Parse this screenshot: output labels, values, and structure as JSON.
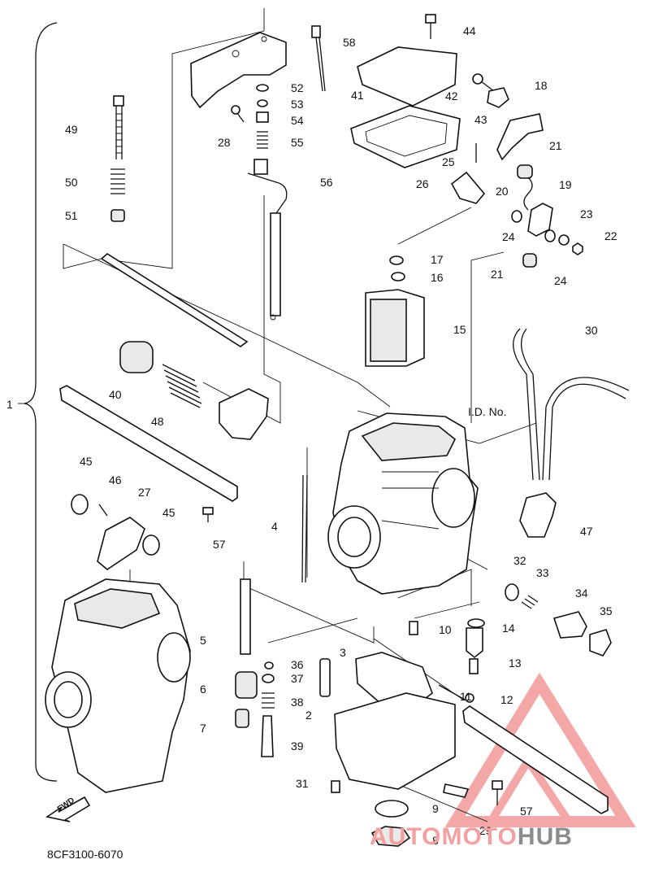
{
  "diagram": {
    "code": "8CF3100-6070",
    "id_label": "I.D. No.",
    "fwd_label": "FWD",
    "watermark": {
      "part1": "AUTOMOTO",
      "part2": "HUB",
      "accent": "#e63232",
      "gray": "#8c8c8c"
    },
    "callouts": [
      {
        "id": "1",
        "label": "1"
      },
      {
        "id": "2",
        "label": "2"
      },
      {
        "id": "3",
        "label": "3"
      },
      {
        "id": "4",
        "label": "4"
      },
      {
        "id": "5",
        "label": "5"
      },
      {
        "id": "6",
        "label": "6"
      },
      {
        "id": "7",
        "label": "7"
      },
      {
        "id": "8",
        "label": "8"
      },
      {
        "id": "9",
        "label": "9"
      },
      {
        "id": "10",
        "label": "10"
      },
      {
        "id": "11",
        "label": "11"
      },
      {
        "id": "12",
        "label": "12"
      },
      {
        "id": "13",
        "label": "13"
      },
      {
        "id": "14",
        "label": "14"
      },
      {
        "id": "15",
        "label": "15"
      },
      {
        "id": "16",
        "label": "16"
      },
      {
        "id": "17",
        "label": "17"
      },
      {
        "id": "18",
        "label": "18"
      },
      {
        "id": "19",
        "label": "19"
      },
      {
        "id": "20",
        "label": "20"
      },
      {
        "id": "21a",
        "label": "21"
      },
      {
        "id": "21b",
        "label": "21"
      },
      {
        "id": "22",
        "label": "22"
      },
      {
        "id": "23",
        "label": "23"
      },
      {
        "id": "24a",
        "label": "24"
      },
      {
        "id": "24b",
        "label": "24"
      },
      {
        "id": "25",
        "label": "25"
      },
      {
        "id": "26",
        "label": "26"
      },
      {
        "id": "27",
        "label": "27"
      },
      {
        "id": "28",
        "label": "28"
      },
      {
        "id": "29",
        "label": "29"
      },
      {
        "id": "30",
        "label": "30"
      },
      {
        "id": "31",
        "label": "31"
      },
      {
        "id": "32",
        "label": "32"
      },
      {
        "id": "33",
        "label": "33"
      },
      {
        "id": "34",
        "label": "34"
      },
      {
        "id": "35",
        "label": "35"
      },
      {
        "id": "36",
        "label": "36"
      },
      {
        "id": "37",
        "label": "37"
      },
      {
        "id": "38",
        "label": "38"
      },
      {
        "id": "39",
        "label": "39"
      },
      {
        "id": "40",
        "label": "40"
      },
      {
        "id": "41",
        "label": "41"
      },
      {
        "id": "42",
        "label": "42"
      },
      {
        "id": "43",
        "label": "43"
      },
      {
        "id": "44",
        "label": "44"
      },
      {
        "id": "45a",
        "label": "45"
      },
      {
        "id": "45b",
        "label": "45"
      },
      {
        "id": "46",
        "label": "46"
      },
      {
        "id": "47",
        "label": "47"
      },
      {
        "id": "48",
        "label": "48"
      },
      {
        "id": "49",
        "label": "49"
      },
      {
        "id": "50",
        "label": "50"
      },
      {
        "id": "51",
        "label": "51"
      },
      {
        "id": "52",
        "label": "52"
      },
      {
        "id": "53",
        "label": "53"
      },
      {
        "id": "54",
        "label": "54"
      },
      {
        "id": "55",
        "label": "55"
      },
      {
        "id": "56",
        "label": "56"
      },
      {
        "id": "57a",
        "label": "57"
      },
      {
        "id": "57b",
        "label": "57"
      },
      {
        "id": "58",
        "label": "58"
      }
    ]
  }
}
